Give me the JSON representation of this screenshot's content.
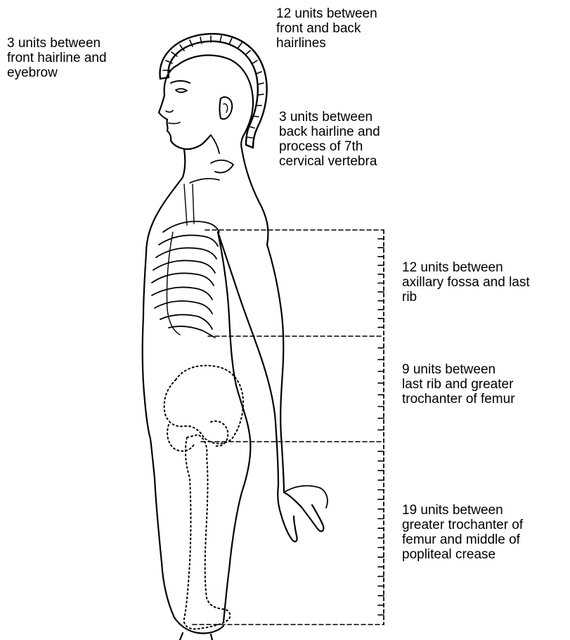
{
  "colors": {
    "ink": "#000000",
    "paper": "#ffffff"
  },
  "labels": {
    "front_hairline_eyebrow": [
      "3 units between",
      "front hairline and",
      "eyebrow"
    ],
    "front_back_hairlines": [
      "12 units between",
      "front and back",
      "hairlines"
    ],
    "back_hairline_c7": [
      "3 units between",
      "back hairline and",
      "process of 7th",
      "cervical vertebra"
    ],
    "axilla_last_rib": [
      "12 units between",
      "axillary fossa and last",
      "rib"
    ],
    "last_rib_trochanter": [
      "9 units between",
      "last rib and greater",
      "trochanter of femur"
    ],
    "trochanter_popliteal": [
      "19 units between",
      "greater trochanter of",
      "femur and middle of",
      "popliteal crease"
    ]
  },
  "segments": [
    {
      "name": "axillary fossa to last rib",
      "units": 12
    },
    {
      "name": "last rib to greater trochanter",
      "units": 9
    },
    {
      "name": "greater trochanter to popliteal crease",
      "units": 19
    }
  ]
}
